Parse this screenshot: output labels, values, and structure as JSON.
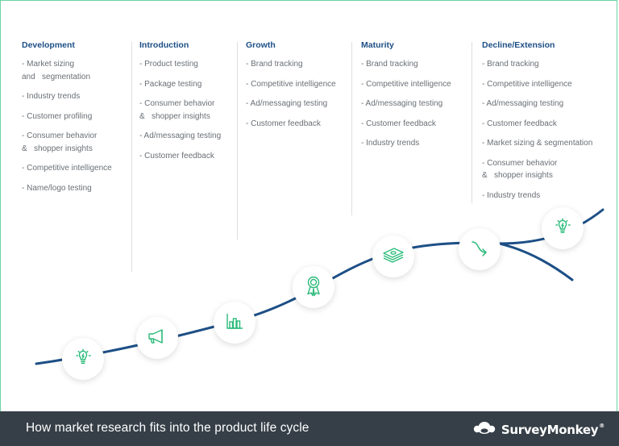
{
  "stages": [
    {
      "title": "Development",
      "items": [
        "- Market sizing and   segmentation",
        "- Industry trends",
        "- Customer profiling",
        "- Consumer behavior &   shopper insights",
        "- Competitive intelligence",
        "- Name/logo testing"
      ]
    },
    {
      "title": "Introduction",
      "items": [
        "- Product testing",
        "- Package testing",
        "- Consumer behavior &   shopper insights",
        "- Ad/messaging testing",
        "- Customer feedback"
      ]
    },
    {
      "title": "Growth",
      "items": [
        "- Brand tracking",
        "- Competitive intelligence",
        "- Ad/messaging testing",
        "- Customer feedback"
      ]
    },
    {
      "title": "Maturity",
      "items": [
        "- Brand tracking",
        "- Competitive intelligence",
        "- Ad/messaging testing",
        "- Customer feedback",
        "- Industry trends"
      ]
    },
    {
      "title": "Decline/Extension",
      "items": [
        "- Brand tracking",
        "- Competitive intelligence",
        "- Ad/messaging testing",
        "- Customer feedback",
        "- Market sizing & segmentation",
        "- Consumer behavior &   shopper insights",
        "- Industry trends"
      ]
    }
  ],
  "icons": [
    "lightbulb-icon",
    "megaphone-icon",
    "bar-chart-icon",
    "award-ribbon-icon",
    "money-stack-icon",
    "curved-arrow-icon",
    "lightbulb-icon"
  ],
  "colors": {
    "curve": "#1d4f86",
    "accent_green": "#2bbb7a",
    "heading": "#1d4f86",
    "footer_bg": "#363f47"
  },
  "footer": {
    "caption": "How market research fits into the product life cycle",
    "brand": "SurveyMonkey",
    "brand_mark": "®"
  }
}
